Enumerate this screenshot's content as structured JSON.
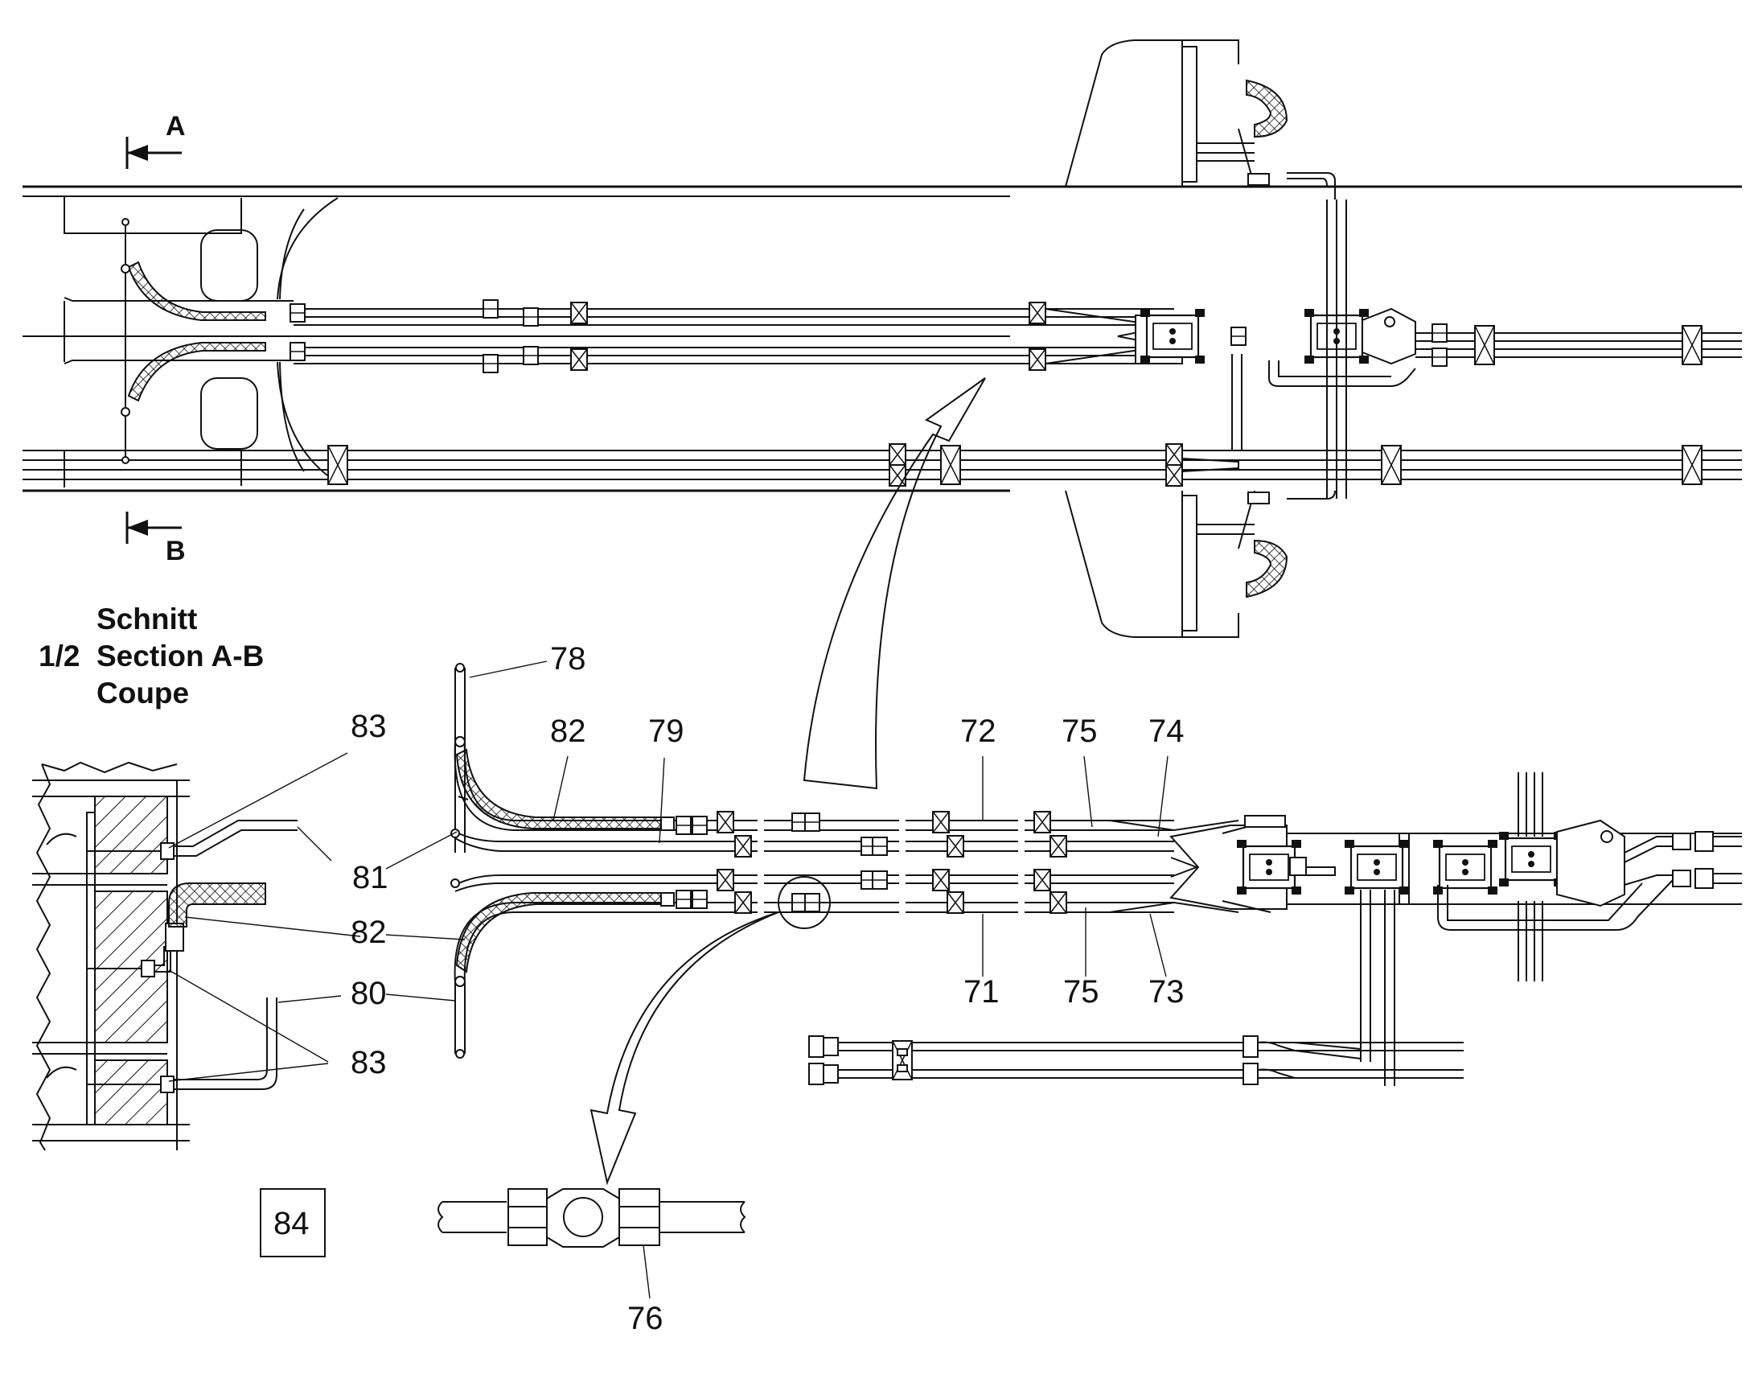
{
  "section_markers": {
    "a": "A",
    "b": "B"
  },
  "section_title": {
    "line1": "Schnitt",
    "line2_prefix": "1/2",
    "line2": "Section  A-B",
    "line3": "Coupe"
  },
  "callouts": {
    "c71": "71",
    "c72": "72",
    "c73": "73",
    "c74": "74",
    "c75_top": "75",
    "c75_bottom": "75",
    "c76": "76",
    "c78": "78",
    "c79": "79",
    "c80": "80",
    "c81": "81",
    "c82_top": "82",
    "c82_left": "82",
    "c83_top": "83",
    "c83_bottom": "83"
  },
  "ref_box": {
    "label": "84"
  }
}
